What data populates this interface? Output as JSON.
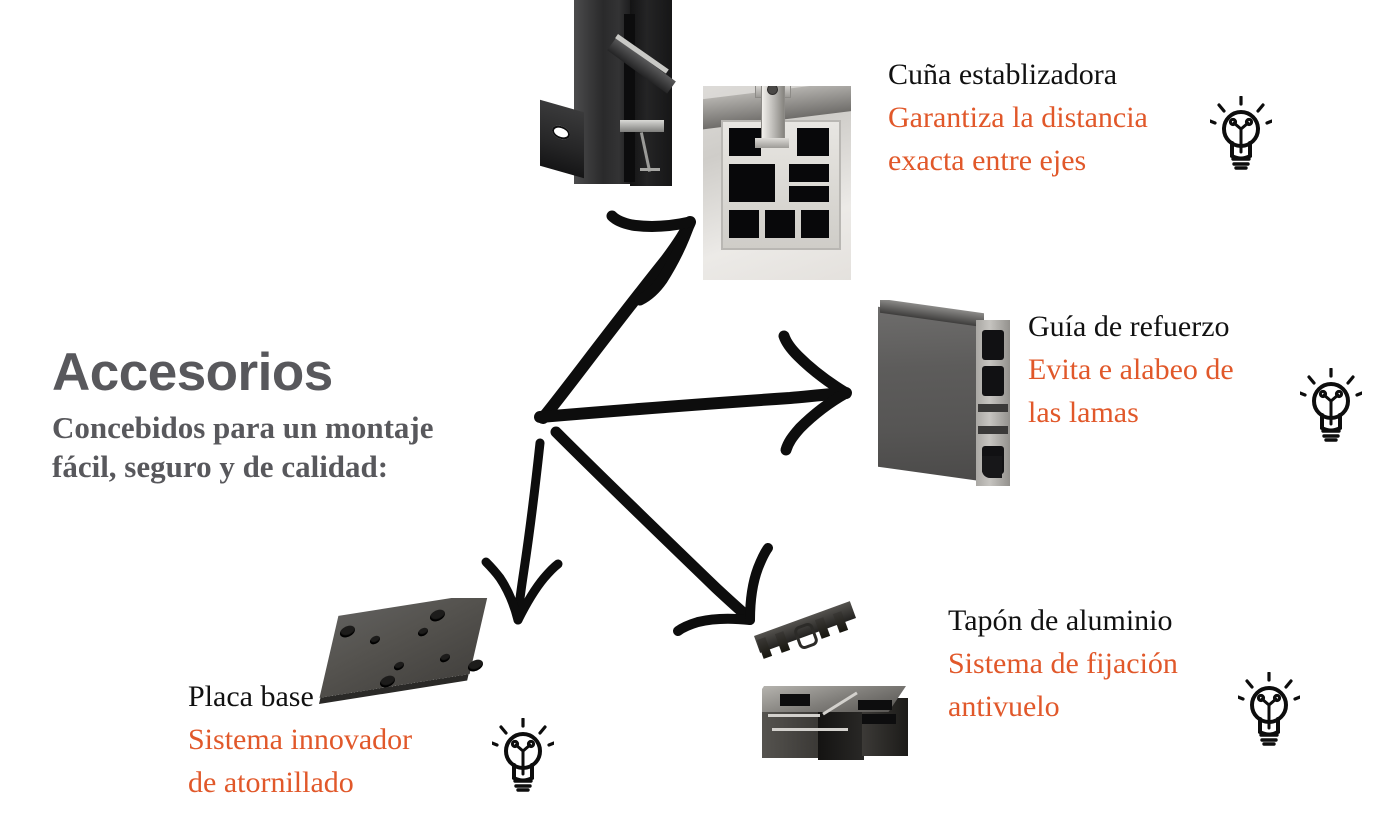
{
  "heading": {
    "title": "Accesorios",
    "subtitle_line1": "Concebidos para un montaje",
    "subtitle_line2": "fácil, seguro y de calidad:",
    "title_color": "#58585c"
  },
  "colors": {
    "accent_orange": "#e1582a",
    "title_gray": "#58585c",
    "label_black": "#111111",
    "arrow_black": "#0d0d0d",
    "background": "#ffffff"
  },
  "callouts": [
    {
      "id": "cuna",
      "title": "Cuña establizadora",
      "desc_line1": "Garantiza la distancia",
      "desc_line2": "exacta entre ejes",
      "bulb_icon": "lightbulb-icon"
    },
    {
      "id": "guia",
      "title": "Guía de refuerzo",
      "desc_line1": "Evita e alabeo de",
      "desc_line2": "las lamas",
      "bulb_icon": "lightbulb-icon"
    },
    {
      "id": "tapon",
      "title": "Tapón de aluminio",
      "desc_line1": "Sistema de fijación",
      "desc_line2": "antivuelo",
      "bulb_icon": "lightbulb-icon"
    },
    {
      "id": "placa",
      "title": "Placa base",
      "desc_line1": "Sistema innovador",
      "desc_line2": "de atornillado",
      "bulb_icon": "lightbulb-icon"
    }
  ],
  "figures": [
    {
      "id": "post",
      "name": "post-with-base-foot-photo"
    },
    {
      "id": "section",
      "name": "post-cross-section-with-wedge-photo"
    },
    {
      "id": "slat",
      "name": "reinforcement-slat-profile-photo"
    },
    {
      "id": "plate",
      "name": "base-plate-photo"
    },
    {
      "id": "cap",
      "name": "aluminium-cap-photo"
    },
    {
      "id": "posttop",
      "name": "post-top-section-photo"
    }
  ],
  "arrows": [
    {
      "id": "up-right",
      "target": "cuna"
    },
    {
      "id": "right",
      "target": "guia"
    },
    {
      "id": "down",
      "target": "placa"
    },
    {
      "id": "down-right",
      "target": "tapon"
    }
  ]
}
